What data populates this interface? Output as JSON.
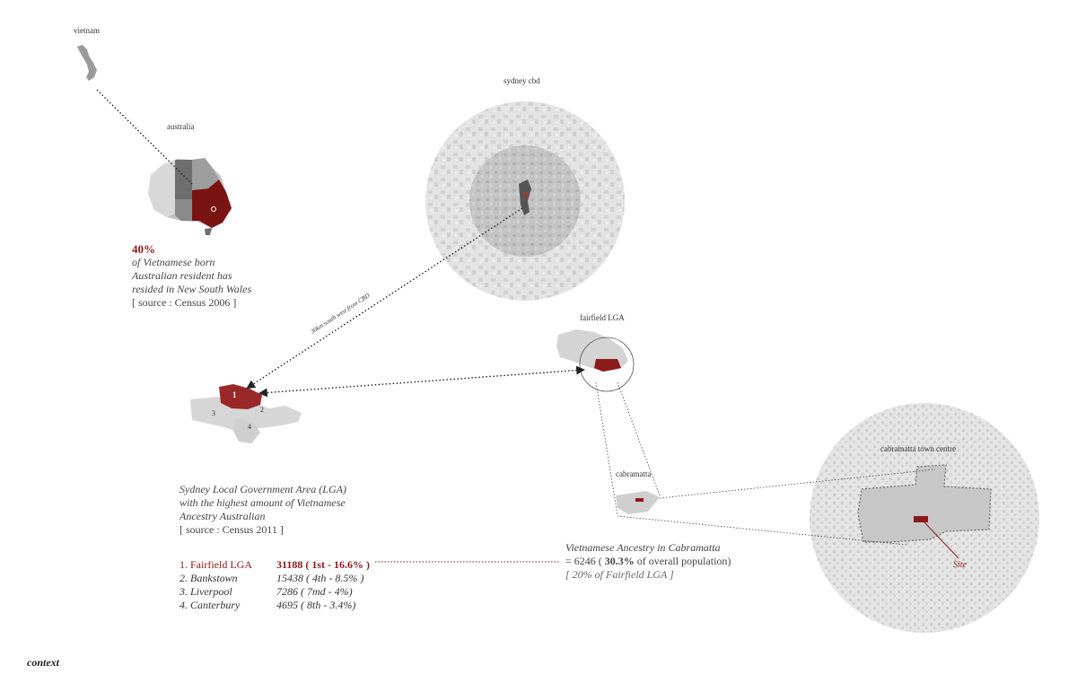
{
  "labels": {
    "vietnam": "vietnam",
    "australia": "australia",
    "sydney_cbd": "sydney cbd",
    "fairfield_lga": "fairfield LGA",
    "cabramatta": "cabramatta",
    "cabramatta_town_centre": "cabramatta town centre",
    "site": "Site",
    "route": "30km south west from CBD",
    "context": "context"
  },
  "australia_stat": {
    "percent": "40%",
    "line1": "of Vietnamese born",
    "line2": "Australian resident has",
    "line3": "resided in New South Wales",
    "source": "[ source : Census 2006 ]"
  },
  "lga_stat": {
    "line1": "Sydney Local Government Area (LGA)",
    "line2": "with the highest amount of Vietnamese",
    "line3": "Ancestry Australian",
    "source": "[ source : Census 2011 ]"
  },
  "lga_map_numbers": [
    "1",
    "2",
    "3",
    "4"
  ],
  "ranking": [
    {
      "name": "1. Fairfield LGA",
      "value": "31188 ( 1st - 16.6% )"
    },
    {
      "name": "2. Bankstown",
      "value": "15438 ( 4th - 8.5% )"
    },
    {
      "name": "3. Liverpool",
      "value": "7286 ( 7md - 4%)"
    },
    {
      "name": "4. Canterbury",
      "value": "4695 ( 8th - 3.4%)"
    }
  ],
  "cabramatta_stat": {
    "line1": "Vietnamese Ancestry in Cabramatta",
    "line2_pre": "= 6246 (",
    "line2_bold": "30.3%",
    "line2_post": "of overall population)",
    "line3": "[ 20% of Fairfield LGA ]"
  },
  "colors": {
    "accent": "#8b1a1a",
    "grey_dark": "#5a5a5a",
    "grey_light": "#d9d9d9"
  }
}
